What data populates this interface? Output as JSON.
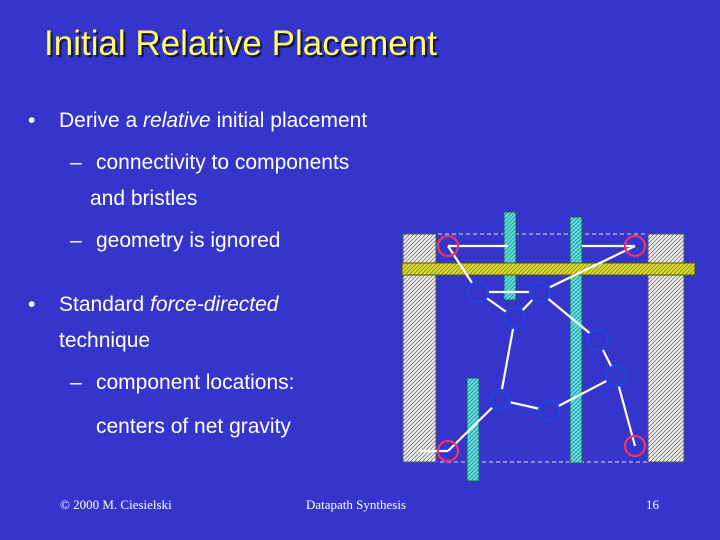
{
  "title": "Initial Relative Placement",
  "bullets": [
    {
      "marker": "•",
      "segments": [
        "Derive a ",
        "relative",
        " initial placement"
      ],
      "sub": [
        {
          "dash": "–",
          "lines": [
            "connectivity to components",
            "and  bristles"
          ]
        },
        {
          "dash": "–",
          "lines": [
            "geometry is ignored"
          ]
        }
      ]
    },
    {
      "marker": "•",
      "segments": [
        "Standard ",
        "force-directed",
        ""
      ],
      "continuation": "technique",
      "sub": [
        {
          "dash": "–",
          "lines": [
            "component locations:",
            "centers of net gravity"
          ]
        }
      ]
    }
  ],
  "footer": {
    "left": "© 2000 M. Ciesielski",
    "center": "Datapath Synthesis",
    "right": "16"
  },
  "colors": {
    "background": "#3535cc",
    "title": "#ffff66",
    "hatch_bar": "#c8c820",
    "bristle": "#33cccc",
    "node_terminal": "#ee3366",
    "node_component": "#2244dd"
  }
}
